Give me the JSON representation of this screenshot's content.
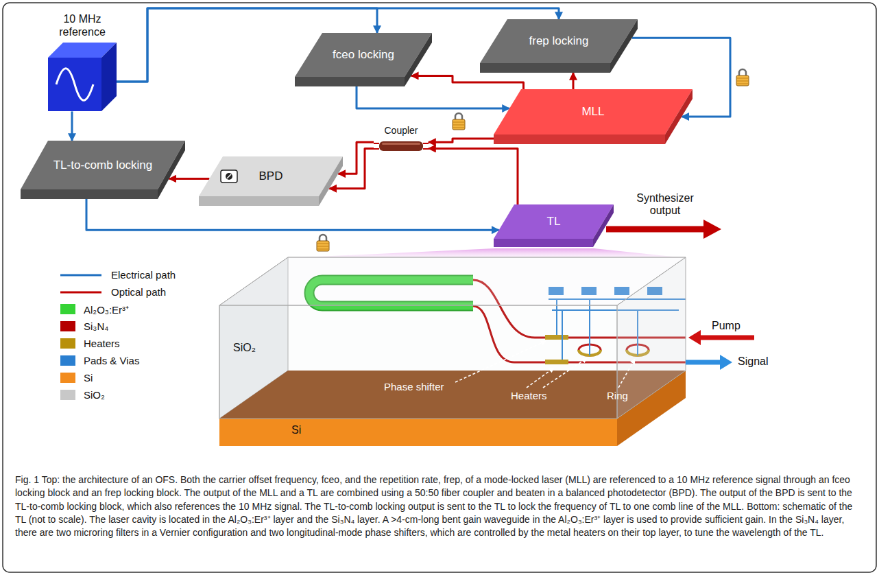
{
  "diagram": {
    "caption": "Fig. 1 Top: the architecture of an OFS. Both the carrier offset frequency, fceo, and the repetition rate, frep, of a mode-locked laser (MLL) are referenced to a 10 MHz reference signal through an fceo locking block and an frep locking block. The output of the MLL and a TL are combined using a 50:50 fiber coupler and beaten in a balanced photodetector (BPD). The output of the BPD is sent to the TL-to-comb locking block, which also references the 10 MHz signal. The TL-to-comb locking output is sent to the TL to lock the frequency of TL to one comb line of the MLL. Bottom: schematic of the TL (not to scale). The laser cavity is located in the Al₂O₃:Er³⁺ layer and the Si₃N₄ layer. A >4-cm-long bent gain waveguide in the Al₂O₃:Er³⁺ layer is used to provide sufficient gain. In the Si₃N₄ layer, there are two microring filters in a Vernier configuration and two longitudinal-mode phase shifters, which are controlled by the metal heaters on their top layer, to tune the wavelength of the TL.",
    "nodes": [
      {
        "text": [
          "10 MHz reference"
        ]
      },
      {
        "text": [
          "fceo locking"
        ]
      },
      {
        "text": [
          "frep locking"
        ]
      },
      {
        "text": [
          "MLL"
        ]
      },
      {
        "text": [
          "TL-to-comb locking"
        ]
      },
      {
        "text": [
          "BPD"
        ]
      },
      {
        "text": [
          "Coupler"
        ]
      },
      {
        "text": [
          "TL"
        ]
      }
    ],
    "edges": [
      {
        "from": 0,
        "to": 1,
        "arrow": "to"
      },
      {
        "from": 0,
        "to": 2,
        "arrow": "to"
      },
      {
        "from": 0,
        "to": 4,
        "arrow": "to"
      },
      {
        "from": 1,
        "to": 3,
        "arrow": "to"
      },
      {
        "from": 2,
        "to": 3,
        "arrow": "to"
      },
      {
        "from": 3,
        "to": 1,
        "arrow": "to"
      },
      {
        "from": 3,
        "to": 2,
        "arrow": "to"
      },
      {
        "from": 3,
        "to": 6,
        "arrow": "to"
      },
      {
        "from": 7,
        "to": 6,
        "arrow": "to"
      },
      {
        "from": 6,
        "to": 5,
        "arrow": "to"
      },
      {
        "from": 6,
        "to": 5,
        "arrow": "to"
      },
      {
        "from": 5,
        "to": 4,
        "arrow": "to"
      },
      {
        "from": 4,
        "to": 7,
        "arrow": "to"
      }
    ],
    "labels": [
      "Synthesizer output",
      "SiO₂",
      "Si",
      "Phase shifter",
      "Heaters",
      "Ring",
      "Pump",
      "Signal"
    ],
    "legend": [
      {
        "text": "Electrical path"
      },
      {
        "text": "Optical path"
      },
      {
        "text": "Al₂O₃:Er³⁺",
        "color": "#35d335"
      },
      {
        "text": "Si₃N₄",
        "color": "#b50000"
      },
      {
        "text": "Heaters",
        "color": "#b8900a"
      },
      {
        "text": "Pads & Vias",
        "color": "#2a7fd0"
      },
      {
        "text": "Si",
        "color": "#f28c1e"
      },
      {
        "text": "SiO₂",
        "color": "#c8c8c8"
      }
    ]
  }
}
